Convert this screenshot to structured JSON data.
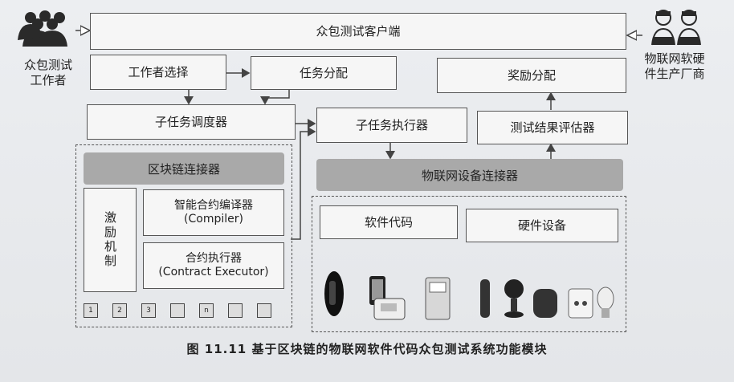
{
  "actors": {
    "workers": "众包测试\n工作者",
    "vendors": "物联网软硬\n件生产厂商"
  },
  "boxes": {
    "client": "众包测试客户端",
    "worker_select": "工作者选择",
    "task_assign": "任务分配",
    "reward_assign": "奖励分配",
    "subtask_scheduler": "子任务调度器",
    "subtask_executor": "子任务执行器",
    "result_evaluator": "测试结果评估器",
    "blockchain_connector": "区块链连接器",
    "iot_connector": "物联网设备连接器",
    "incentive": "激励机制",
    "compiler": "智能合约编译器\n(Compiler)",
    "executor": "合约执行器\n(Contract Executor)",
    "software_code": "软件代码",
    "hardware_device": "硬件设备"
  },
  "cubes": [
    "1",
    "2",
    "3",
    "",
    "n",
    "",
    ""
  ],
  "caption": "图 11.11   基于区块链的物联网软件代码众包测试系统功能模块"
}
